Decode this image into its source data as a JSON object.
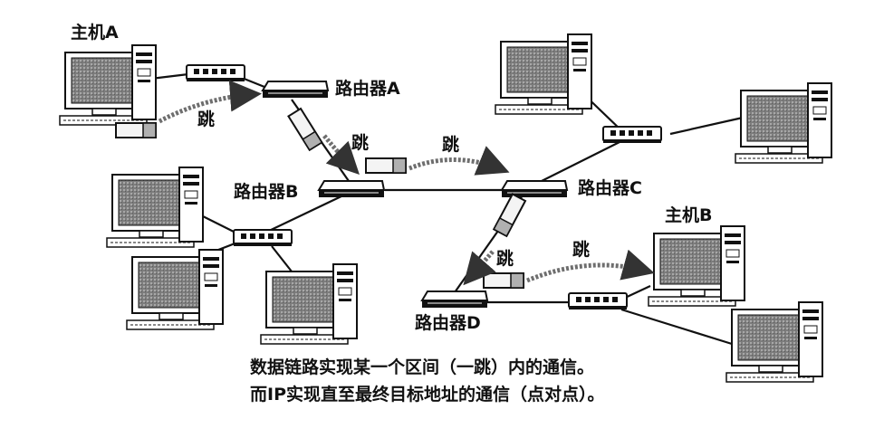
{
  "labels": {
    "host_a": "主机A",
    "host_b": "主机B",
    "router_a": "路由器A",
    "router_b": "路由器B",
    "router_c": "路由器C",
    "router_d": "路由器D",
    "hop": "跳"
  },
  "caption": {
    "line1": "数据链路实现某一个区间（一跳）内的通信。",
    "line2": "而IP实现直至最终目标地址的通信（点对点）。"
  },
  "colors": {
    "line": "#111111",
    "screen": "#8c8c8c",
    "packet_fill": "#f2f2f2",
    "packet_stripe": "#b0b0b0",
    "arrow": "#6e6e6e"
  }
}
